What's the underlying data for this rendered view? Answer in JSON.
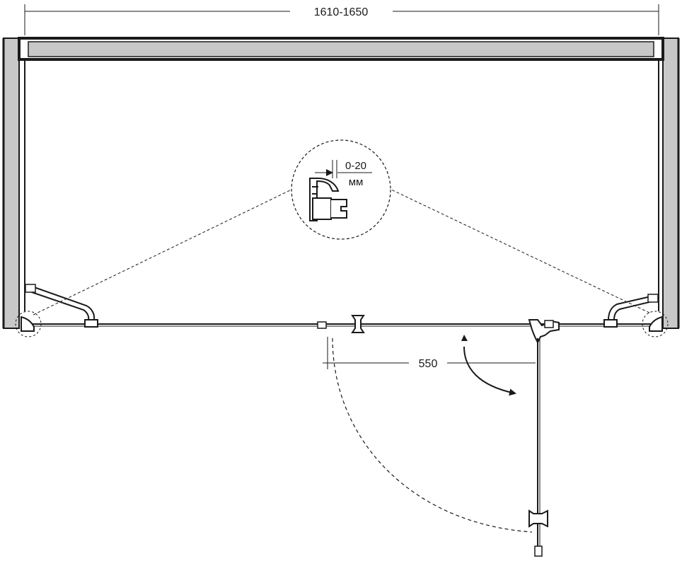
{
  "dimensions": {
    "overall_width": "1610-1650",
    "door_offset": "550"
  },
  "detail": {
    "adjustment_range": "0-20",
    "unit": "мм"
  },
  "colors": {
    "line": "#1a1a1a",
    "wall_fill": "#c8c8c8",
    "rail_fill": "#c8c8c8",
    "background": "#ffffff"
  },
  "icons": {
    "swing": "curved-arrow-icon",
    "handle": "door-handle-icon",
    "hinge": "hinge-icon"
  }
}
